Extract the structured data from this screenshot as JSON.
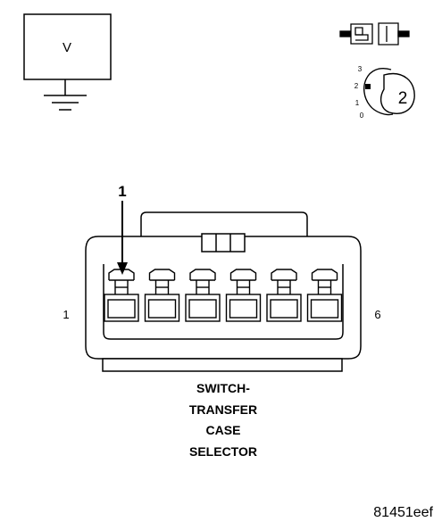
{
  "voltmeter": {
    "symbol": "V"
  },
  "key_position": {
    "number": "2",
    "positions": [
      "3",
      "2",
      "1",
      "0"
    ]
  },
  "connector": {
    "callout_pin": "1",
    "pin_start": "1",
    "pin_end": "6",
    "cavity_count": 6
  },
  "caption": {
    "lines": [
      "SWITCH-",
      "TRANSFER",
      "CASE",
      "SELECTOR"
    ]
  },
  "figure_id": "81451eef"
}
